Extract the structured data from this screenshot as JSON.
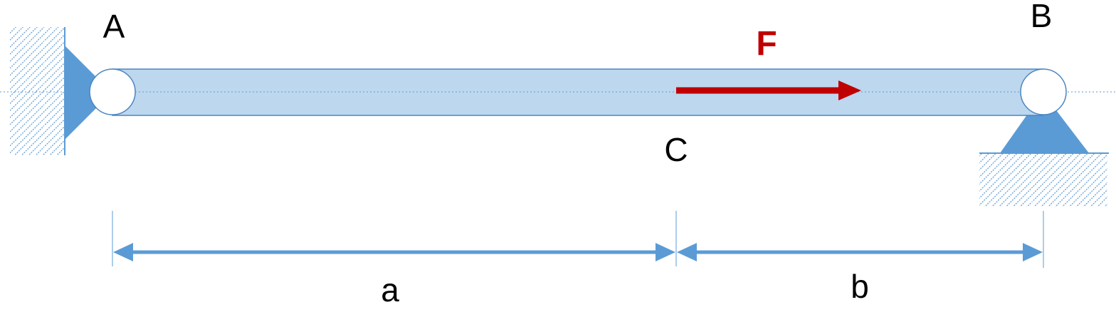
{
  "points": {
    "A": "A",
    "B": "B",
    "C": "C"
  },
  "load": {
    "label": "F",
    "direction": "right",
    "color": "#c00000"
  },
  "dimensions": {
    "left_span": "a",
    "right_span": "b"
  },
  "supports": {
    "A": "pinned-wall",
    "B": "pinned-ground"
  },
  "colors": {
    "beam_fill": "#bdd7ee",
    "beam_stroke": "#4a86c2",
    "support_fill": "#5b9bd5",
    "dimension_line": "#5b9bd5",
    "hatch": "#5b9bd5"
  }
}
